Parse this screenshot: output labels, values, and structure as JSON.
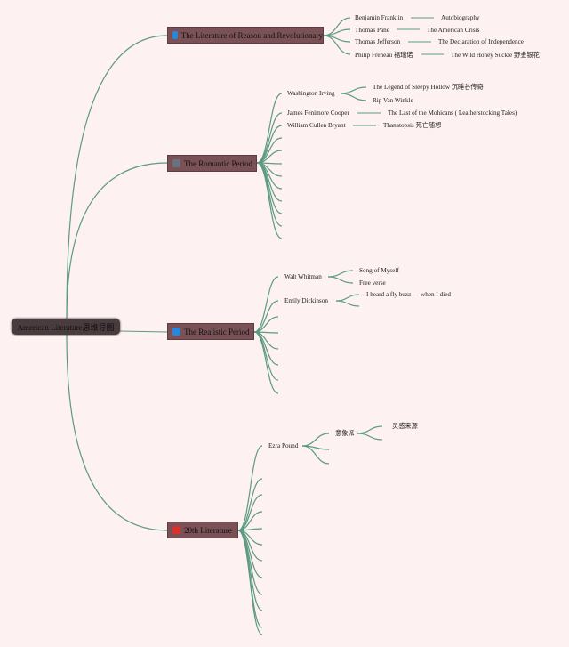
{
  "root": {
    "label": "American Literature思维导图"
  },
  "icon_colors": {
    "blue": "#2a86d8",
    "grey": "#6a7280",
    "red": "#d8322a"
  },
  "line_color": "#5c9a84",
  "branches": [
    {
      "label": "The Literature of Reason and Revolutionary",
      "icon": "blue-square-icon",
      "authors": [
        {
          "name": "Benjamin Franklin",
          "works": [
            "Autobiography"
          ]
        },
        {
          "name": "Thomas Pane",
          "works": [
            "The American Crisis"
          ]
        },
        {
          "name": "Thomas Jefferson",
          "works": [
            "The Declaration of Independence"
          ]
        },
        {
          "name": "Philip Freneau 福瑞诺",
          "works": [
            "The Wild Honey Suckle 野金银花"
          ]
        }
      ]
    },
    {
      "label": "The Romantic Period",
      "icon": "grey-square-icon",
      "authors": [
        {
          "name": "Washington Irving",
          "works": [
            "The Legend of Sleepy Hollow 沉睡谷传奇",
            "Rip Van Winkle"
          ]
        },
        {
          "name": "James Fenimore Cooper",
          "works": [
            "The Last of the Mohicans ( Leatherstocking Tales)"
          ]
        },
        {
          "name": "William Cullen Bryant",
          "works": [
            "Thanatopsis 死亡随想"
          ]
        }
      ]
    },
    {
      "label": "The Realistic Period",
      "icon": "blue-square-icon",
      "authors": [
        {
          "name": "Walt Whitman",
          "works": [
            "Song of Myself",
            "Free verse"
          ]
        },
        {
          "name": "Emily Dickinson",
          "works": [
            "I heard a fly buzz — when I died"
          ]
        }
      ]
    },
    {
      "label": "20th Literature",
      "icon": "red-square-icon",
      "authors": [
        {
          "name": "Ezra Pound",
          "works": [
            "意象派"
          ],
          "sub": [
            "灵感来源"
          ]
        }
      ]
    }
  ]
}
